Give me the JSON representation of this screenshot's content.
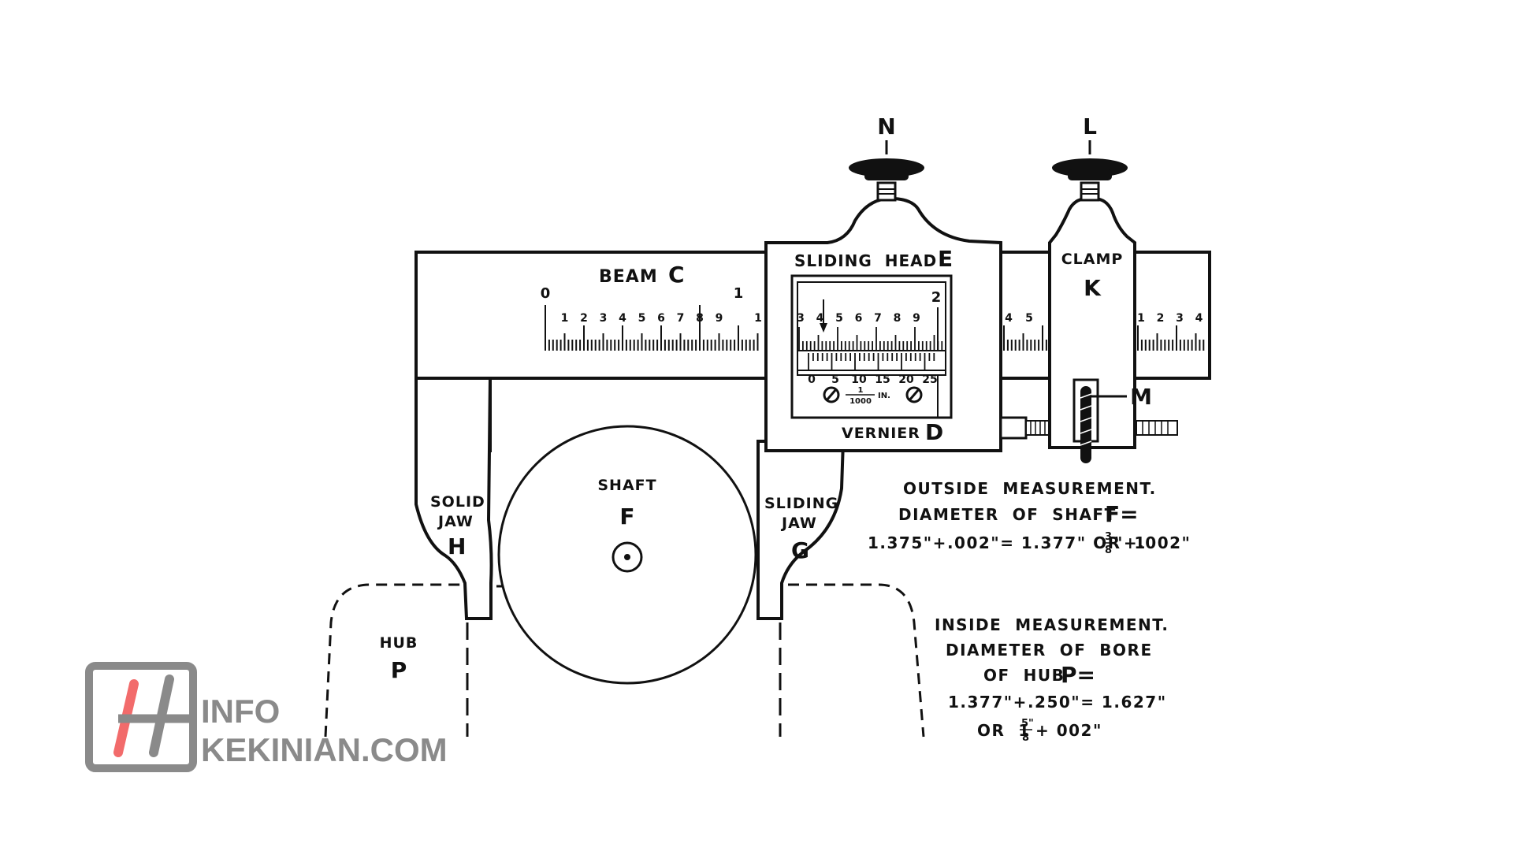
{
  "labels": {
    "beam": "BEAM",
    "beam_letter": "C",
    "sliding_head": "SLIDING  HEAD",
    "sliding_head_letter": "E",
    "clamp": "CLAMP",
    "clamp_letter": "K",
    "vernier": "VERNIER",
    "vernier_letter": "D",
    "knob_n": "N",
    "knob_l": "L",
    "screw_m": "M",
    "shaft": "SHAFT",
    "shaft_letter": "F",
    "solid_jaw_line1": "SOLID",
    "solid_jaw_line2": "JAW",
    "solid_jaw_letter": "H",
    "sliding_jaw_line1": "SLIDING",
    "sliding_jaw_line2": "JAW",
    "sliding_jaw_letter": "G",
    "hub": "HUB",
    "hub_letter": "P"
  },
  "scale": {
    "zero": "0",
    "one": "1",
    "window_two": "2",
    "digits": [
      "1",
      "2",
      "3",
      "4",
      "5",
      "6",
      "7",
      "8",
      "9"
    ],
    "window_digits": [
      "3",
      "4",
      "5",
      "6",
      "7",
      "8",
      "9"
    ],
    "right_digits_a": [
      "4",
      "5"
    ],
    "right_digits_b": [
      "1",
      "2",
      "3",
      "4"
    ],
    "right_one": "1"
  },
  "vernier": {
    "numbers": [
      "0",
      "5",
      "10",
      "15",
      "20",
      "25"
    ],
    "fraction_num": "1",
    "fraction_den": "1000",
    "unit": "IN."
  },
  "outside_note": {
    "line1": "OUTSIDE  MEASUREMENT.",
    "line2": "DIAMETER  OF  SHAFT",
    "line2_letter": "F=",
    "line3": "1.375\"+.002\"= 1.377\" OR  1",
    "frac_num": "3",
    "frac_den": "8",
    "line3_tail": "\"+.002\""
  },
  "inside_note": {
    "line1": "INSIDE  MEASUREMENT.",
    "line2": "DIAMETER  OF  BORE",
    "line3": "OF  HUB",
    "line3_letter": "P=",
    "line4": "1.377\"+.250\"= 1.627\"",
    "line5_a": "OR  1",
    "frac_num": "5\"",
    "frac_den": "8",
    "line5_b": "+ 002\""
  },
  "watermark": {
    "line1": "INFO",
    "line2": "KEKINIAN.COM",
    "accent": "#f26b6b",
    "gray": "#8a8a8a"
  }
}
